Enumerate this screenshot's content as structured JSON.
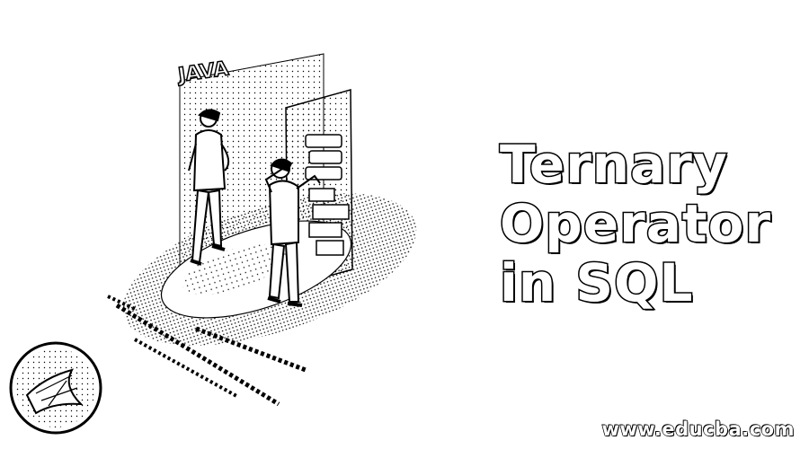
{
  "title": {
    "lines": [
      "Ternary",
      "Operator",
      "in SQL"
    ]
  },
  "illustration": {
    "banner_text": "JAVA",
    "logo_icon": "sql-server-logo-icon"
  },
  "footer": {
    "site": "www.educba.com"
  },
  "colors": {
    "background": "#ffffff",
    "ink": "#000000"
  }
}
